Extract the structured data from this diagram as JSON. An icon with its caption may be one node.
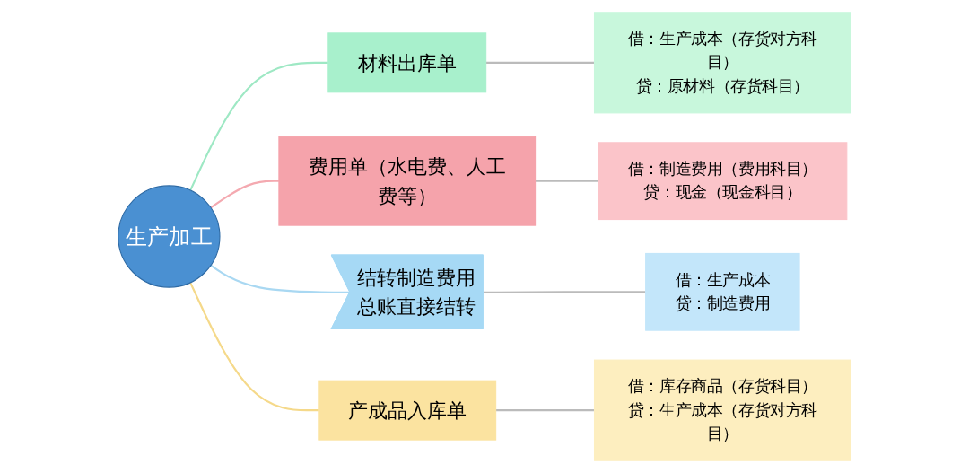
{
  "diagram": {
    "nodes": [
      {
        "text": [
          "生产加工"
        ]
      },
      {
        "text": [
          "材料出库单"
        ]
      },
      {
        "text": [
          "借：生产成本（存货对方科目）",
          "贷：原材料（存货科目）"
        ]
      },
      {
        "text": [
          "费用单（水电费、人工费等）"
        ]
      },
      {
        "text": [
          "借：制造费用（费用科目）",
          "贷：现金（现金科目）"
        ]
      },
      {
        "text": [
          "结转制造费用",
          "总账直接结转"
        ]
      },
      {
        "text": [
          "借：生产成本",
          "贷：制造费用"
        ]
      },
      {
        "text": [
          "产成品入库单"
        ]
      },
      {
        "text": [
          "借：库存商品（存货科目）",
          "贷：生产成本（存货对方科目）"
        ]
      }
    ],
    "edges": [
      {
        "from": 0,
        "to": 1,
        "arrow": "none",
        "color": "#9ee8c4"
      },
      {
        "from": 1,
        "to": 2,
        "arrow": "none"
      },
      {
        "from": 0,
        "to": 3,
        "arrow": "none",
        "color": "#f4a9b0"
      },
      {
        "from": 3,
        "to": 4,
        "arrow": "none"
      },
      {
        "from": 0,
        "to": 5,
        "arrow": "none",
        "color": "#a9d8f2"
      },
      {
        "from": 5,
        "to": 6,
        "arrow": "none"
      },
      {
        "from": 0,
        "to": 7,
        "arrow": "none",
        "color": "#f5d98a"
      },
      {
        "from": 7,
        "to": 8,
        "arrow": "none"
      }
    ]
  }
}
